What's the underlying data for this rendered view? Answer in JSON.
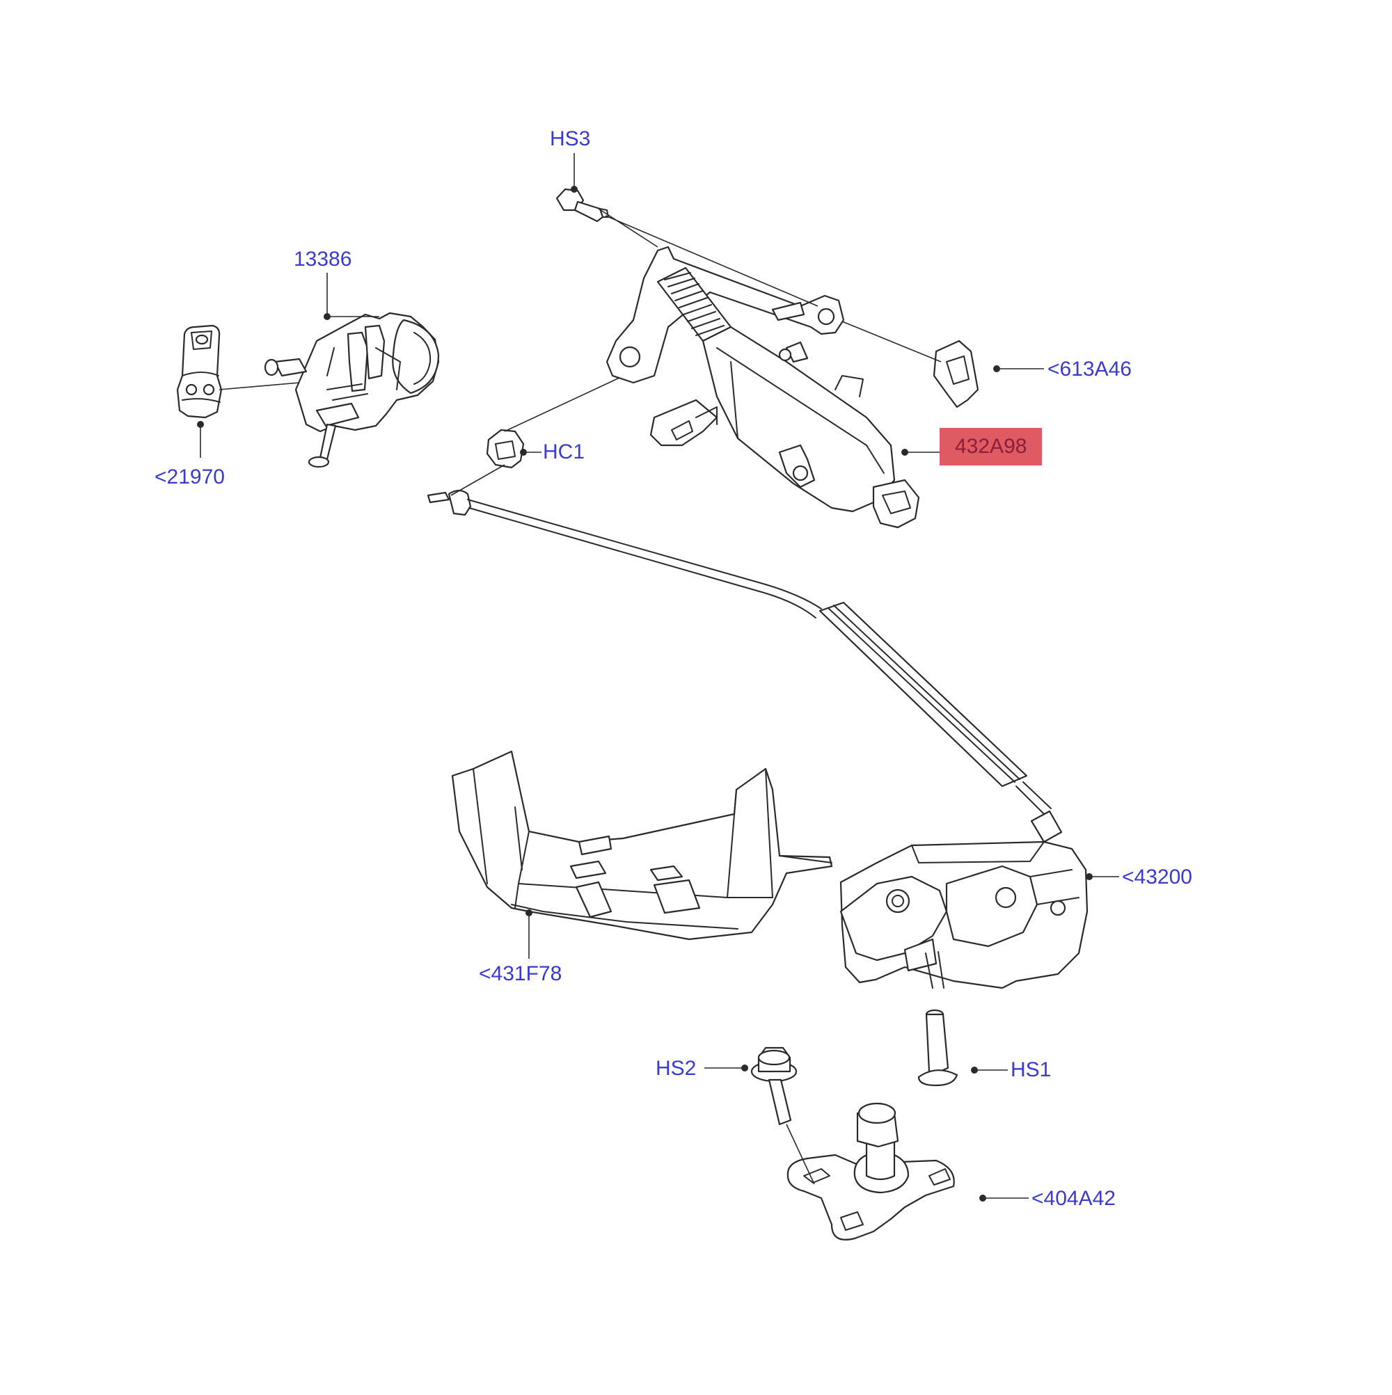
{
  "diagram": {
    "callouts": [
      {
        "id": "hs3",
        "text": "HS3"
      },
      {
        "id": "p13386",
        "text": "13386"
      },
      {
        "id": "p613a46",
        "text": "<613A46"
      },
      {
        "id": "p432a98",
        "text": "432A98",
        "highlighted": true
      },
      {
        "id": "hc1",
        "text": "HC1"
      },
      {
        "id": "p21970",
        "text": "<21970"
      },
      {
        "id": "p43200",
        "text": "<43200"
      },
      {
        "id": "p431f78",
        "text": "<431F78"
      },
      {
        "id": "hs2",
        "text": "HS2"
      },
      {
        "id": "hs1",
        "text": "HS1"
      },
      {
        "id": "p404a42",
        "text": "<404A42"
      }
    ],
    "colors": {
      "label": "#3a3acf",
      "highlight_bg": "#e05a64",
      "highlight_text": "#8a1f3a",
      "line": "#2a2a2a"
    }
  }
}
